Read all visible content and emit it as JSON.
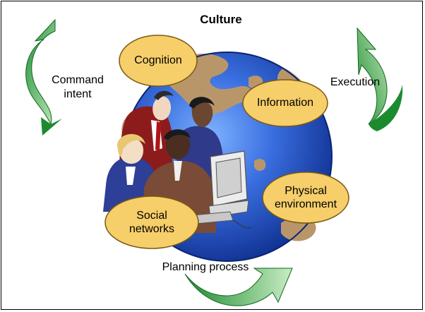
{
  "title": "Culture",
  "bubbles": [
    {
      "id": "cognition",
      "lines": [
        "Cognition"
      ]
    },
    {
      "id": "information",
      "lines": [
        "Information"
      ]
    },
    {
      "id": "physical",
      "lines": [
        "Physical",
        "environment"
      ]
    },
    {
      "id": "social",
      "lines": [
        "Social",
        "networks"
      ]
    }
  ],
  "labels": {
    "command_line1": "Command",
    "command_line2": "intent",
    "execution": "Execution",
    "planning": "Planning process"
  },
  "colors": {
    "bubble_fill": "#F6CE6A",
    "bubble_stroke": "#7A5A10",
    "ocean": "#2A5BC8",
    "land": "#B9966A",
    "arrow_dark": "#1C8A2E",
    "arrow_light": "#A9DDA7"
  }
}
